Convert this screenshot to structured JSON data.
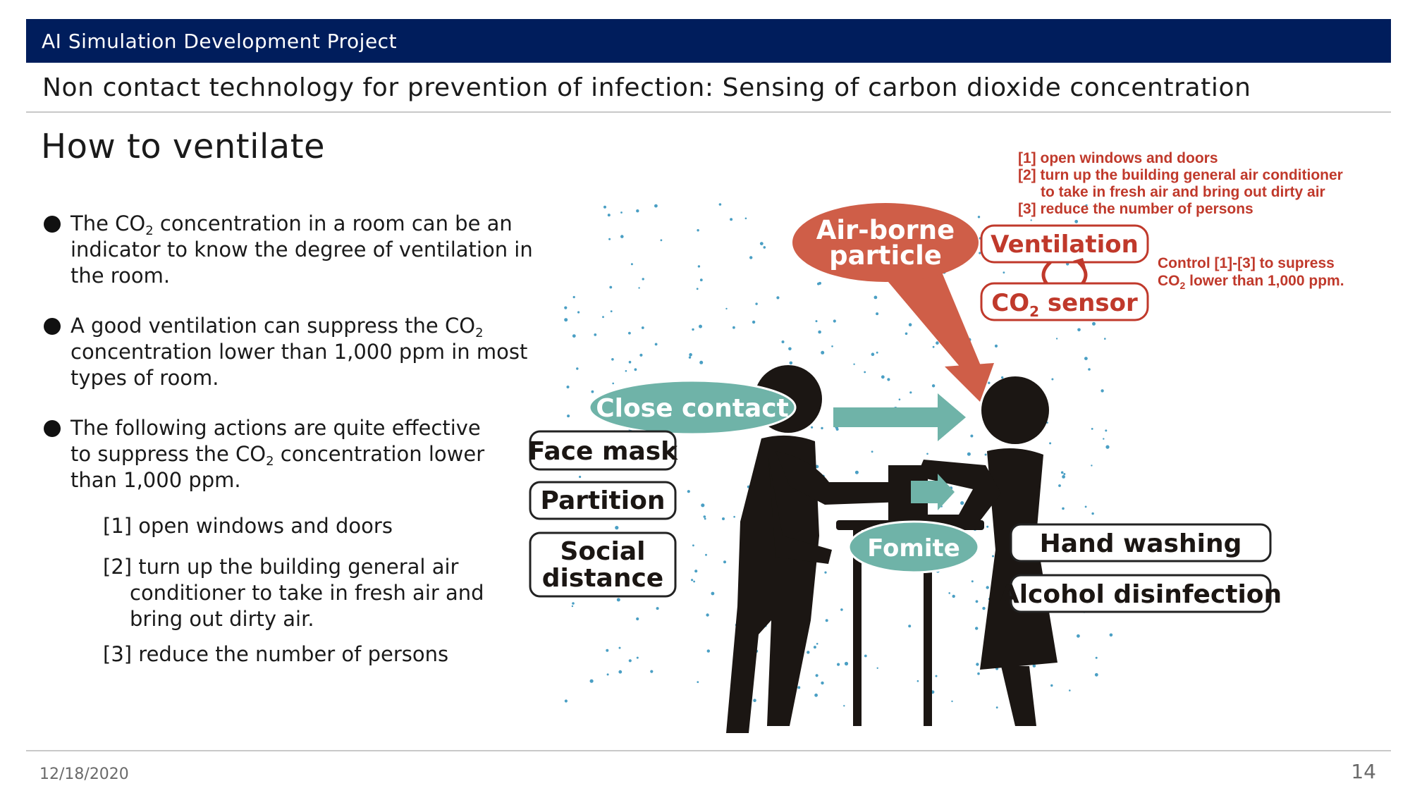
{
  "header": {
    "project": "AI Simulation Development Project",
    "subtitle": "Non contact technology for prevention of infection:  Sensing of carbon dioxide concentration"
  },
  "section_title": "How to ventilate",
  "bullets": [
    {
      "pre": "The CO",
      "sub": "2",
      "post": " concentration in a room can be an indicator to know the degree of ventilation in the room."
    },
    {
      "pre": "A good ventilation can suppress the CO",
      "sub": "2",
      "post": " concentration lower than 1,000 ppm in most types of room."
    },
    {
      "pre": "The following actions are quite effective to suppress the CO",
      "sub": "2",
      "post": " concentration lower than 1,000 ppm."
    }
  ],
  "actions": [
    {
      "first": "[1] open windows and doors",
      "rest": ""
    },
    {
      "first": "[2] turn up the building general air",
      "rest": "conditioner to take in fresh air and bring out dirty air."
    },
    {
      "first": "[3] reduce the number of persons",
      "rest": ""
    }
  ],
  "illustration": {
    "top_notes": [
      "[1] open windows and doors",
      "[2] turn up the building general air conditioner",
      "to take in fresh air and bring out dirty air",
      "[3] reduce the number of persons"
    ],
    "airborne": [
      "Air-borne",
      "particle"
    ],
    "ventilation": "Ventilation",
    "co2_sensor_pre": "CO",
    "co2_sensor_sub": "2",
    "co2_sensor_post": " sensor",
    "control_line1": "Control [1]-[3] to supress",
    "control_line2_pre": "CO",
    "control_line2_sub": "2",
    "control_line2_post": " lower than 1,000 ppm.",
    "close_contact": "Close contact",
    "face_mask": "Face mask",
    "partition": "Partition",
    "social_distance": [
      "Social",
      "distance"
    ],
    "fomite": "Fomite",
    "hand_washing": "Hand washing",
    "alcohol": "Alcohol disinfection"
  },
  "colors": {
    "banner": "#001d5c",
    "red": "#c0392b",
    "salmon": "#cf5e48",
    "teal": "#6fb3a8",
    "dot": "#4a9fc4"
  },
  "footer": {
    "date": "12/18/2020",
    "page": "14"
  }
}
